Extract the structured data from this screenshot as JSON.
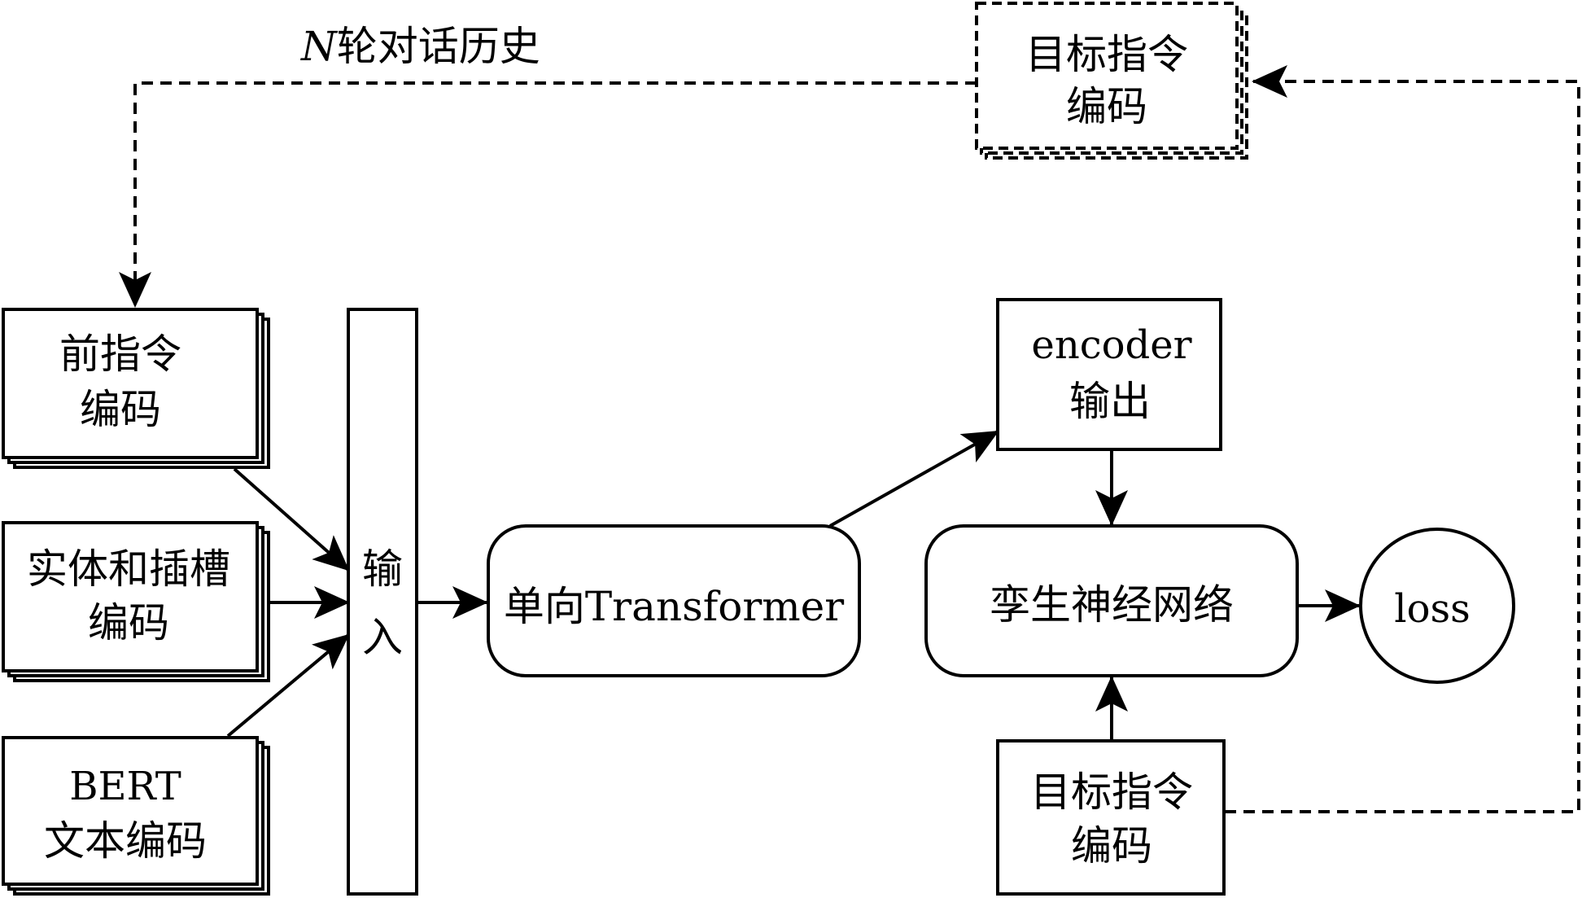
{
  "history_label_italic": "N",
  "history_label_rest": "轮对话历史",
  "prev_cmd": [
    "前指令",
    "编码"
  ],
  "entity_slot": [
    "实体和插槽",
    "编码"
  ],
  "bert": [
    "BERT",
    "文本编码"
  ],
  "input": [
    "输",
    "入"
  ],
  "transformer": "单向Transformer",
  "encoder_out": [
    "encoder",
    "输出"
  ],
  "siamese": "孪生神经网络",
  "loss": "loss",
  "target_bottom": [
    "目标指令",
    "编码"
  ],
  "target_top": [
    "目标指令",
    "编码"
  ]
}
